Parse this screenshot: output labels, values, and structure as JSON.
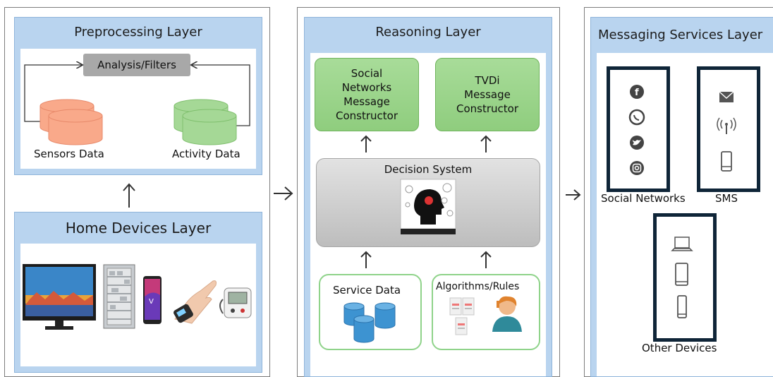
{
  "preprocessing": {
    "title": "Preprocessing Layer",
    "filter_label": "Analysis/Filters",
    "sensors_label": "Sensors Data",
    "activity_label": "Activity Data"
  },
  "home_devices": {
    "title": "Home Devices Layer"
  },
  "reasoning": {
    "title": "Reasoning Layer",
    "social_constructor": "Social Networks Message Constructor",
    "tvdi_constructor": "TVDi Message Constructor",
    "decision_system": "Decision System",
    "service_data": "Service Data",
    "algorithms": "Algorithms/Rules"
  },
  "messaging": {
    "title": "Messaging Services Layer",
    "social_networks": "Social Networks",
    "sms": "SMS",
    "other_devices": "Other Devices"
  },
  "colors": {
    "layer_blue": "#b9d4ef",
    "constructor_green": "#9bd58a",
    "sensors_orange": "#f9a98a",
    "activity_green": "#a5d896",
    "panel_dark": "#0f2538"
  }
}
